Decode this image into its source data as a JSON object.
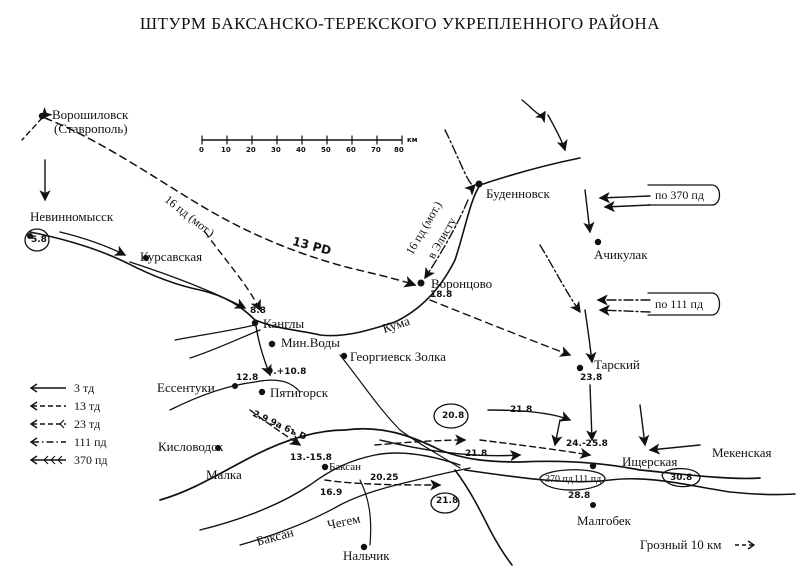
{
  "title": "ШТУРМ БАКСАНСКО-ТЕРЕКСКОГО УКРЕПЛЕННОГО РАЙОНА",
  "scale": {
    "ticks": [
      "0",
      "10",
      "20",
      "30",
      "40",
      "50",
      "60",
      "70",
      "80"
    ],
    "unit": "км"
  },
  "places": {
    "voroshilovsk": "Ворошиловск",
    "stavropol": "(Ставрополь)",
    "nevinnomyssk": "Невинномысск",
    "kursavskaya": "Курсавская",
    "kangly": "Канглы",
    "minvody": "Мин.Воды",
    "essentuki": "Ессентуки",
    "pyatigorsk": "Пятигорск",
    "kislovodsk": "Кисловодск",
    "georgievsk": "Георгиевск Золка",
    "budennovsk": "Буденновск",
    "vorontsovo": "Воронцово",
    "achikulak": "Ачикулак",
    "tarsky": "Тарский",
    "ishcherskaya": "Ищерская",
    "mekenskaya": "Мекенская",
    "malgobek": "Малгобек",
    "nalchik": "Нальчик",
    "baksan_town": "Баксан",
    "grozny": "Грозный 10 км"
  },
  "rivers": {
    "kuma": "Кума",
    "malka": "Малка",
    "baksan": "Баксан",
    "chegem": "Чегем"
  },
  "units": {
    "pd16mot": "16 пд (мот.)",
    "pd16elista": "16 пд (мот.)",
    "elista": "в Элисту",
    "pd13": "13 РD",
    "pd370": "по 370 пд",
    "pd111": "по 111 пд",
    "oval370": "370 пд",
    "oval111": "111 пд"
  },
  "dates": {
    "d_nev": "5.8",
    "d_kangly": "8.8",
    "d_voron": "18.8",
    "d_pyat": "9.+10.8",
    "d_ess": "12.8",
    "d_tarsky": "23.8",
    "d_208": "20.8",
    "d_218a": "21.8",
    "d_218b": "21.8",
    "d_2425": "24.-25.8",
    "d_2808": "28.8",
    "d_308": "30.8",
    "d_1315": "13.-15.8",
    "d_169": "16.9",
    "d_2025": "20.25",
    "d_218c": "21.8",
    "d_bak": "2.9 9а 6ъ D"
  },
  "legend": [
    {
      "label": "3 тд",
      "style": "solid"
    },
    {
      "label": "13 тд",
      "style": "dashed"
    },
    {
      "label": "23 тд",
      "style": "dashed-fletch"
    },
    {
      "label": "111 пд",
      "style": "dashdot"
    },
    {
      "label": "370 пд",
      "style": "double-fletch"
    }
  ]
}
